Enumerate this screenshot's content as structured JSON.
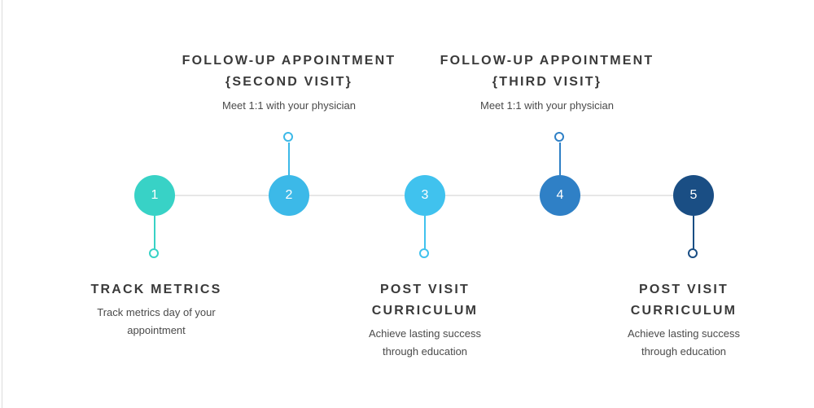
{
  "page": {
    "background_color": "#ffffff"
  },
  "timeline": {
    "track_color": "#e7e7e7",
    "nodes": [
      {
        "number": "1",
        "color": "#38d2c6",
        "stem_direction": "down",
        "label_position": "bottom",
        "label": {
          "title_lines": [
            "TRACK METRICS"
          ],
          "subtitle": "Track metrics day of your appointment"
        }
      },
      {
        "number": "2",
        "color": "#3cb9e8",
        "stem_direction": "up",
        "label_position": "top",
        "label": {
          "title_lines": [
            "FOLLOW-UP APPOINTMENT",
            "{SECOND VISIT}"
          ],
          "subtitle": "Meet 1:1 with your physician"
        }
      },
      {
        "number": "3",
        "color": "#40c2ee",
        "stem_direction": "down",
        "label_position": "bottom",
        "label": {
          "title_lines": [
            "POST VISIT",
            "CURRICULUM"
          ],
          "subtitle": "Achieve lasting success through education"
        }
      },
      {
        "number": "4",
        "color": "#2f80c6",
        "stem_direction": "up",
        "label_position": "top",
        "label": {
          "title_lines": [
            "FOLLOW-UP APPOINTMENT",
            "{THIRD VISIT}"
          ],
          "subtitle": "Meet 1:1 with your physician"
        }
      },
      {
        "number": "5",
        "color": "#1a4e84",
        "stem_direction": "down",
        "label_position": "bottom",
        "label": {
          "title_lines": [
            "POST VISIT",
            "CURRICULUM"
          ],
          "subtitle": "Achieve lasting success through education"
        }
      }
    ]
  }
}
